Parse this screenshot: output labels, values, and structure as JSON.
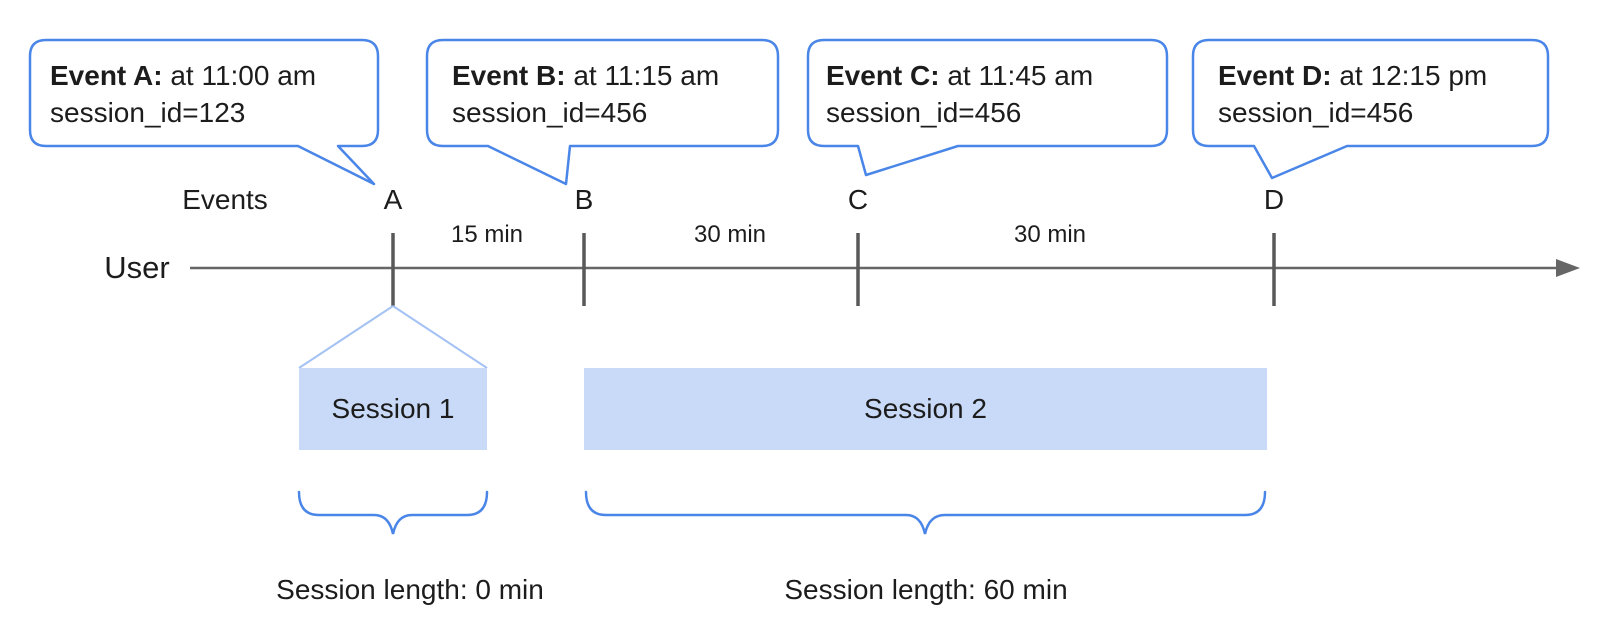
{
  "diagram": {
    "axis_label": "User",
    "events_label": "Events",
    "arrowhead_icon": "arrow-right-icon"
  },
  "events": [
    {
      "letter": "A",
      "title": "Event A:",
      "time": "at 11:00 am",
      "session": "session_id=123"
    },
    {
      "letter": "B",
      "title": "Event B:",
      "time": "at 11:15 am",
      "session": "session_id=456"
    },
    {
      "letter": "C",
      "title": "Event C:",
      "time": "at 11:45 am",
      "session": "session_id=456"
    },
    {
      "letter": "D",
      "title": "Event D:",
      "time": "at 12:15 pm",
      "session": "session_id=456"
    }
  ],
  "intervals": [
    {
      "label": "15 min"
    },
    {
      "label": "30 min"
    },
    {
      "label": "30 min"
    }
  ],
  "sessions": [
    {
      "label": "Session 1",
      "length_label": "Session length: 0 min"
    },
    {
      "label": "Session 2",
      "length_label": "Session length: 60 min"
    }
  ],
  "colors": {
    "accent_blue": "#4a86e8",
    "session_fill": "#c9daf8",
    "funnel_blue": "#a4c2f4",
    "axis_gray": "#666666",
    "text": "#1c1c1c"
  }
}
